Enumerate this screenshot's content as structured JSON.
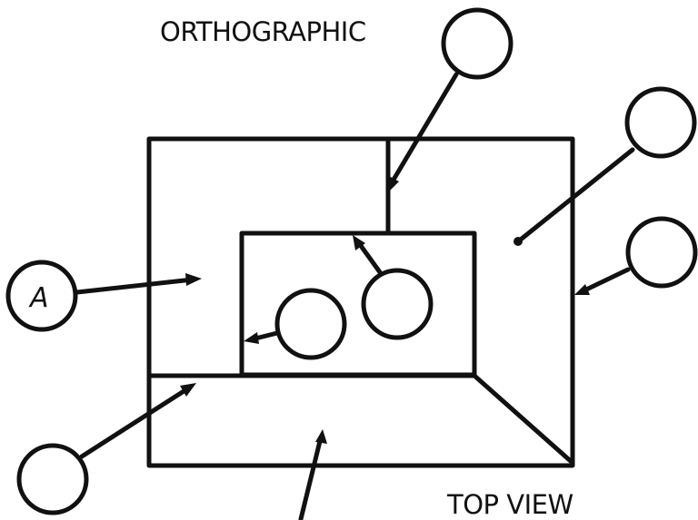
{
  "diagram": {
    "title": "ORTHOGRAPHIC",
    "view_label": "TOP VIEW",
    "callouts": {
      "a": "A",
      "top_center": "",
      "top_right": "",
      "mid_right": "",
      "inner_right": "",
      "inner_left": "",
      "bottom_left": ""
    }
  },
  "colors": {
    "ink": "#111111",
    "paper": "#ffffff"
  }
}
